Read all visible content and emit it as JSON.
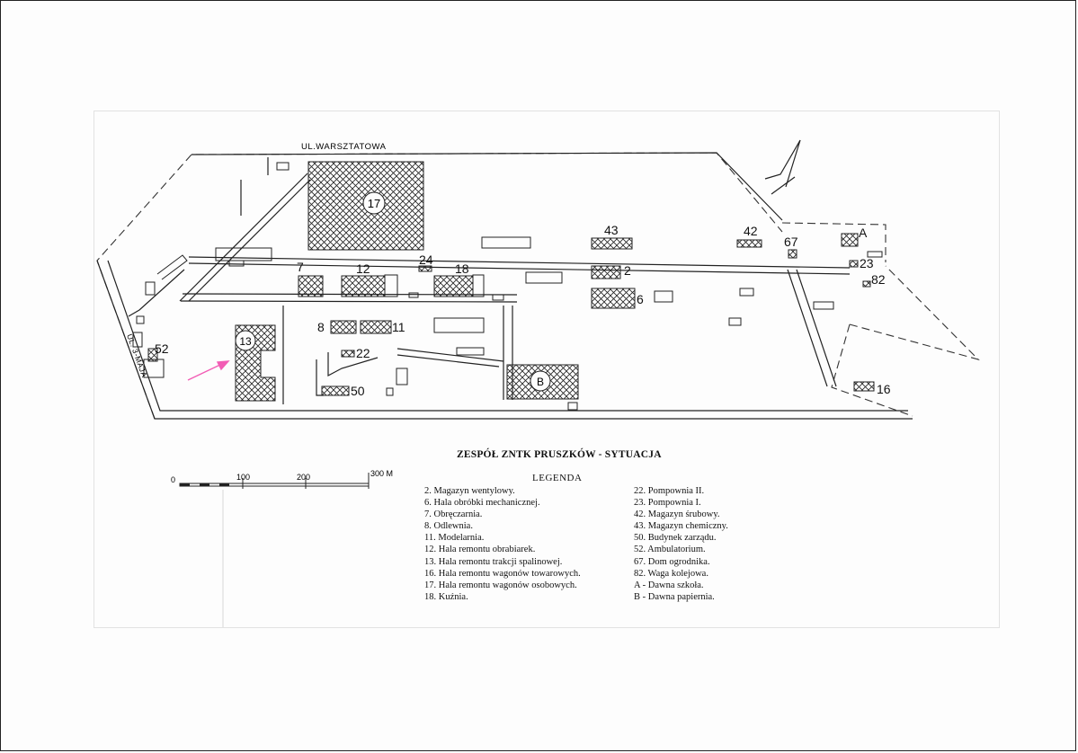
{
  "map": {
    "title": "ZESPÓŁ ZNTK PRUSZKÓW - SYTUACJA",
    "street_top": "UL.WARSZTATOWA",
    "street_left": "UL. 3-MAJA",
    "building_labels": [
      "17",
      "43",
      "42",
      "67",
      "A",
      "24",
      "7",
      "12",
      "18",
      "2",
      "6",
      "23",
      "82",
      "8",
      "11",
      "22",
      "13",
      "52",
      "50",
      "16",
      "B"
    ],
    "scale": {
      "labels": [
        "0",
        "100",
        "200",
        "300 M"
      ]
    },
    "colors": {
      "ink": "#222222",
      "arrow": "#f25db5",
      "paper": "#fdfdfd"
    }
  },
  "legend": {
    "title": "LEGENDA",
    "left_items": [
      "2. Magazyn wentylowy.",
      "6. Hala obróbki mechanicznej.",
      "7. Obręczarnia.",
      "8. Odlewnia.",
      "11. Modelarnia.",
      "12. Hala remontu obrabiarek.",
      "13. Hala remontu trakcji spalinowej.",
      "16. Hala remontu wagonów towarowych.",
      "17. Hala remontu wagonów osobowych.",
      "18. Kuźnia."
    ],
    "right_items": [
      "22. Pompownia II.",
      "23. Pompownia I.",
      "42. Magazyn śrubowy.",
      "43. Magazyn chemiczny.",
      "50. Budynek zarządu.",
      "52. Ambulatorium.",
      "67. Dom ogrodnika.",
      "82. Waga kolejowa.",
      "A - Dawna szkoła.",
      "B - Dawna papiernia."
    ]
  }
}
